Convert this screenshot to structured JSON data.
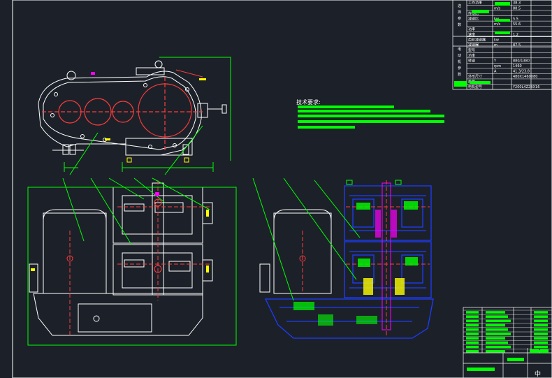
{
  "notes": {
    "title": "技术要求:"
  },
  "spec_table": {
    "group_labels": [
      "选择参数",
      "电动机参数"
    ],
    "rows": [
      {
        "name": "工作功率",
        "unit": "",
        "value": "38.3"
      },
      {
        "name": "",
        "unit": "m/s",
        "value": "88.5"
      },
      {
        "name": "传动比",
        "unit": "",
        "value": ""
      },
      {
        "name": "减速比",
        "unit": "kw",
        "value": "5.5"
      },
      {
        "name": "",
        "unit": "m/s",
        "value": "55.6"
      },
      {
        "name": "功率",
        "unit": "",
        "value": ""
      },
      {
        "name": "速度",
        "unit": "",
        "value": "1.2"
      },
      {
        "name": "齿轮减速器",
        "unit": "kw",
        "value": ""
      },
      {
        "name": "减速器",
        "unit": "m",
        "value": "87.5"
      },
      {
        "name": "型号",
        "unit": "",
        "value": ""
      },
      {
        "name": "功率",
        "unit": "",
        "value": ""
      },
      {
        "name": "转速",
        "unit": "Y",
        "value": "880/1380"
      },
      {
        "name": "",
        "unit": "rpm",
        "value": "1460"
      },
      {
        "name": "",
        "unit": "A",
        "value": "41.3/23.8"
      },
      {
        "name": "外形尺寸",
        "unit": "",
        "value": "480X1460X80"
      },
      {
        "name": "质量",
        "unit": "",
        "value": ""
      },
      {
        "name": "电机型号",
        "unit": "",
        "value": "Y200L4Z2BX16"
      }
    ]
  },
  "title_block": {
    "sheet_mark": "中"
  },
  "colors": {
    "background": "#1c2129",
    "line": "#ffffff",
    "dimension": "#00ff00",
    "center_line": "#ff3b3b",
    "section": "#1e3cff",
    "accent": "#ff00ff",
    "yellow": "#ffff00"
  }
}
